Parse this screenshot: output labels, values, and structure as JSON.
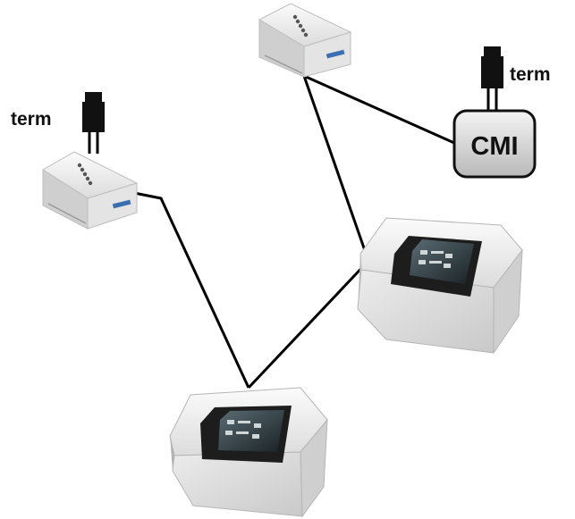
{
  "diagram": {
    "labels": {
      "term_left": "term",
      "term_right": "term",
      "cmi": "CMI"
    },
    "nodes": [
      {
        "id": "controller-top",
        "kind": "wall-controller"
      },
      {
        "id": "controller-left",
        "kind": "wall-controller"
      },
      {
        "id": "touch-panel-right",
        "kind": "touch-display-unit"
      },
      {
        "id": "touch-panel-bottom",
        "kind": "touch-display-unit"
      },
      {
        "id": "cmi-module",
        "kind": "interface-box"
      },
      {
        "id": "term-left",
        "kind": "termination-plug"
      },
      {
        "id": "term-right",
        "kind": "termination-plug"
      }
    ],
    "connections": [
      {
        "from": "controller-top",
        "to": "cmi-module"
      },
      {
        "from": "controller-top",
        "to": "touch-panel-right"
      },
      {
        "from": "touch-panel-right",
        "to": "touch-panel-bottom"
      },
      {
        "from": "controller-left",
        "to": "touch-panel-bottom"
      },
      {
        "from": "term-left",
        "to": "controller-left"
      },
      {
        "from": "term-right",
        "to": "cmi-module"
      }
    ],
    "colors": {
      "line": "#000000",
      "device_body": "#e6e6e6",
      "device_shadow": "#b8b8b8",
      "screen": "#1d1d1d",
      "accent_blue": "#3b6fb3",
      "cmi_fill": "#d9d9d9"
    }
  }
}
